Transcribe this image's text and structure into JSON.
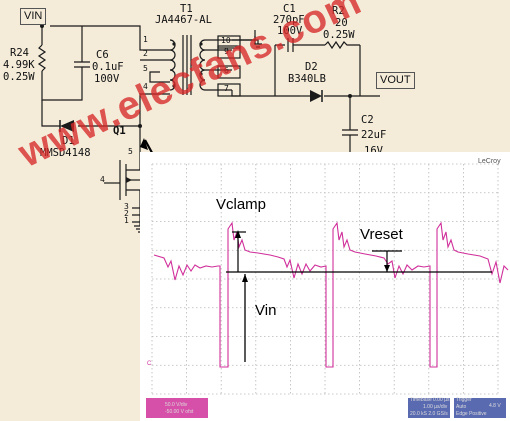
{
  "schematic": {
    "vin_label": "VIN",
    "vout_label": "VOUT",
    "transformer": {
      "ref": "T1",
      "part": "JA4467-AL",
      "pins": [
        "1",
        "2",
        "5",
        "4",
        "10",
        "9",
        "6",
        "7"
      ]
    },
    "r24": {
      "ref": "R24",
      "value": "4.99K",
      "rating": "0.25W"
    },
    "c6": {
      "ref": "C6",
      "value": "0.1uF",
      "rating": "100V"
    },
    "c1": {
      "ref": "C1",
      "value": "270pF",
      "rating": "100V"
    },
    "r2": {
      "ref": "R2",
      "value": "20",
      "rating": "0.25W"
    },
    "d2": {
      "ref": "D2",
      "part": "B340LB"
    },
    "c2": {
      "ref": "C2",
      "value": "22uF",
      "rating": "16V"
    },
    "d1": {
      "ref": "D1",
      "part": "MMSD4148"
    },
    "q1": {
      "ref": "Q1",
      "pins": [
        "5",
        "4",
        "3",
        "2",
        "1"
      ]
    }
  },
  "scope": {
    "brand": "LeCroy",
    "annotations": {
      "vclamp": "Vclamp",
      "vreset": "Vreset",
      "vin": "Vin"
    },
    "channel_marker": "C",
    "status": {
      "ch_line1": "50.0 V/div",
      "ch_line2": "-50.00 V ofst",
      "timebase_label": "Timebase",
      "timebase_value": "0.00 µs",
      "timebase_line2": "1.00 µs/div",
      "timebase_line3": "20.0 kS  2.0 GS/s",
      "trigger_label": "Trigger",
      "trigger_value": "4.8 V",
      "trigger_line2": "Auto",
      "trigger_line3": "Edge  Positive"
    }
  },
  "watermark": "www.elecfans.com",
  "colors": {
    "schematic_bg": "#f4ebd9",
    "trace": "#d0309a",
    "scope_bg": "#ffffff",
    "grid": "#b8b8b8",
    "watermark": "#d62828"
  }
}
